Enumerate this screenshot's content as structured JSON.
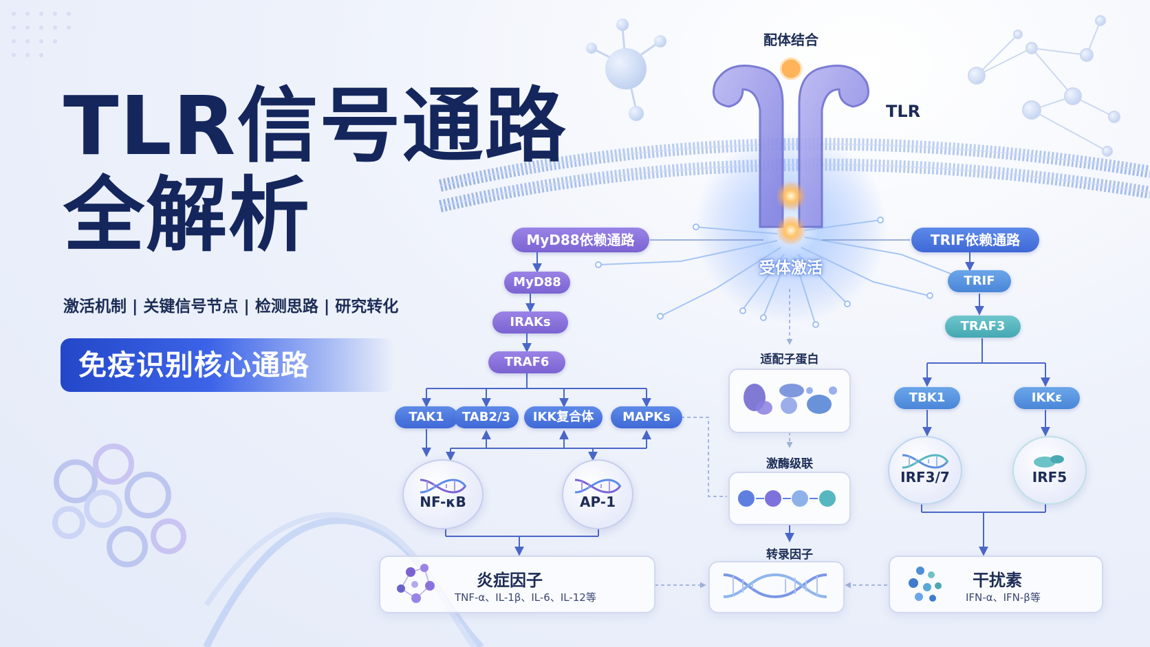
{
  "title": {
    "line1": "TLR信号通路",
    "line2": "全解析"
  },
  "subtitle": "激活机制 | 关键信号节点 | 检测思路 | 研究转化",
  "banner": "免疫识别核心通路",
  "receptor": {
    "ligand_label": "配体结合",
    "tlr_label": "TLR",
    "activation_label": "受体激活"
  },
  "myd88_path": {
    "header": "MyD88依赖通路",
    "nodes": [
      "MyD88",
      "IRAKs",
      "TRAF6"
    ],
    "branches": [
      "TAK1",
      "TAB2/3",
      "IKK复合体",
      "MAPKs"
    ],
    "factors": [
      "NF-κB",
      "AP-1"
    ]
  },
  "center_path": {
    "adaptor_label": "适配子蛋白",
    "cascade_label": "激酶级联",
    "tf_label": "转录因子"
  },
  "trif_path": {
    "header": "TRIF依赖通路",
    "nodes": [
      "TRIF",
      "TRAF3"
    ],
    "branches": [
      "TBK1",
      "IKKε"
    ],
    "factors": [
      "IRF3/7",
      "IRF5"
    ]
  },
  "outputs": {
    "inflammation": {
      "title": "炎症因子",
      "detail": "TNF-α、IL-1β、IL-6、IL-12等"
    },
    "interferon": {
      "title": "干扰素",
      "detail": "IFN-α、IFN-β等"
    }
  },
  "colors": {
    "navy": "#14265c",
    "purple": "#7b63d2",
    "blue": "#3f68d6",
    "teal": "#44a8b2",
    "banner": "#2347c8"
  }
}
